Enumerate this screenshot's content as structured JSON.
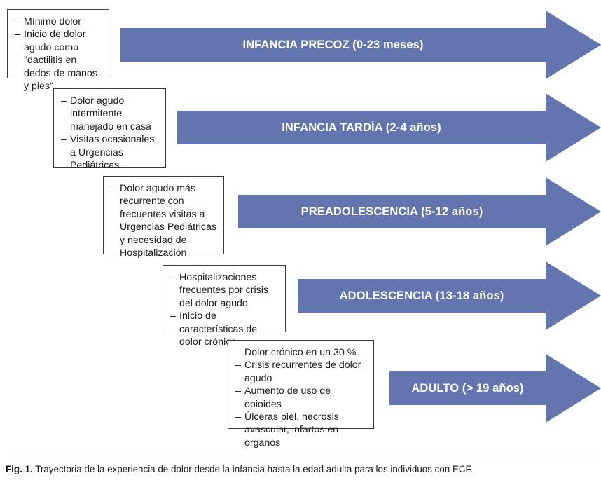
{
  "figure": {
    "caption_label": "Fig. 1.",
    "caption_text": "Trayectoria de la experiencia de dolor desde la infancia hasta la edad adulta para los individuos con ECF.",
    "arrow_color": "#6275ae",
    "box_border_color": "#3a3a3a",
    "background_color": "#ffffff"
  },
  "stages": [
    {
      "arrow_label": "INFANCIA PRECOZ (0-23 meses)",
      "bullets": [
        "Mínimo dolor",
        "Inicio de dolor agudo como \"dactilitis en dedos de manos y pies\""
      ]
    },
    {
      "arrow_label": "INFANCIA TARDÍA (2-4 años)",
      "bullets": [
        "Dolor agudo intermitente manejado en casa",
        "Visitas ocasionales a Urgencias Pediátricas"
      ]
    },
    {
      "arrow_label": "PREADOLESCENCIA (5-12 años)",
      "bullets": [
        "Dolor agudo más recurrente con frecuentes visitas a Urgencias Pediátricas y necesidad de Hospitalización"
      ]
    },
    {
      "arrow_label": "ADOLESCENCIA (13-18 años)",
      "bullets": [
        "Hospitalizaciones frecuentes por crisis del dolor agudo",
        "Inicio de características de dolor crónico"
      ]
    },
    {
      "arrow_label": "ADULTO (> 19 años)",
      "bullets": [
        "Dolor crónico en un 30 %",
        "Crisis recurrentes de dolor agudo",
        "Aumento de uso de opioides",
        "Úlceras piel, necrosis avascular, infartos en órganos"
      ]
    }
  ]
}
